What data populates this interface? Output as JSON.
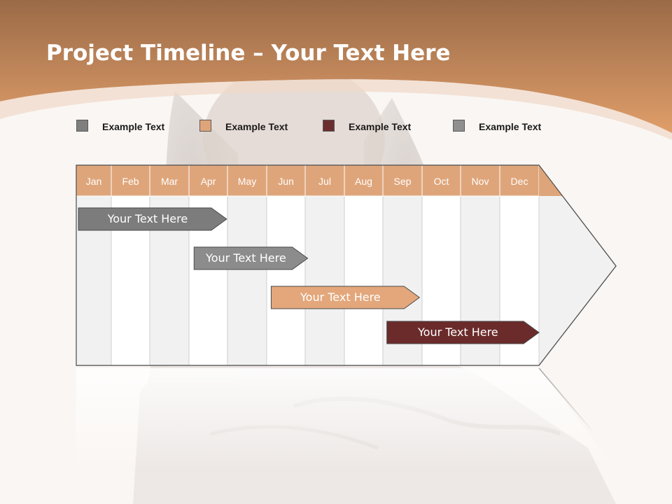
{
  "title": {
    "bold": "Project Timeline",
    "rest": " – Your Text Here"
  },
  "colors": {
    "band_top": "#9a6a47",
    "band_bottom": "#e09e6a",
    "gray": "#7c7c7c",
    "light_gray": "#8c8c8c",
    "orange": "#e3a77b",
    "maroon": "#6b2b2b"
  },
  "legend": [
    {
      "label": "Example Text",
      "color": "#7f7f7f"
    },
    {
      "label": "Example Text",
      "color": "#dfa57a"
    },
    {
      "label": "Example Text",
      "color": "#6c2d2f"
    },
    {
      "label": "Example Text",
      "color": "#8f8f8f"
    }
  ],
  "months": [
    "Jan",
    "Feb",
    "Mar",
    "Apr",
    "May",
    "Jun",
    "Jul",
    "Aug",
    "Sep",
    "Oct",
    "Nov",
    "Dec"
  ],
  "tasks": [
    {
      "label": "Your  Text Here",
      "start_month": 1.0,
      "end_month": 4.9,
      "color": "#7c7c7c"
    },
    {
      "label": "Your  Text Here",
      "start_month": 4.0,
      "end_month": 7.0,
      "color": "#8c8c8c"
    },
    {
      "label": "Your  Text Here",
      "start_month": 6.0,
      "end_month": 9.9,
      "color": "#e3a77b"
    },
    {
      "label": "Your  Text Here",
      "start_month": 9.0,
      "end_month": 13.0,
      "color": "#6b2b2b"
    }
  ]
}
